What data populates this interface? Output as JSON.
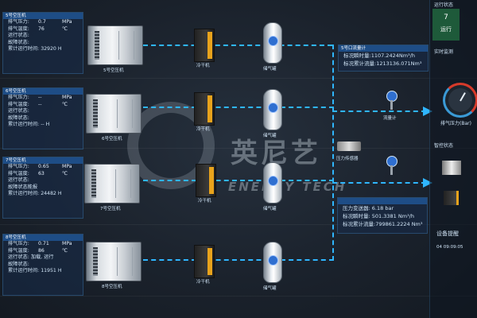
{
  "status_header": "运行状态",
  "run_status": {
    "count": "7",
    "label": "运行"
  },
  "monitor_header": "实时监测",
  "gauge_label": "排气压力(Bar)",
  "intel_header": "智控状态",
  "alert_header": "设备提醒",
  "alert_item": "04 09:09:05",
  "watermark": {
    "cn": "英尼艺",
    "en": "ENERGY TECH"
  },
  "panels": [
    {
      "title": "5号空压机",
      "pressure": "0.7",
      "pressure_unit": "MPa",
      "temp": "76",
      "temp_unit": "℃",
      "run_state_label": "运行状态:",
      "run_state": "",
      "fault_label": "故障状态:",
      "fault": "",
      "runtime_label": "累计运行时间:",
      "runtime": "32920",
      "runtime_unit": "H"
    },
    {
      "title": "6号空压机",
      "pressure": "--",
      "pressure_unit": "MPa",
      "temp": "--",
      "temp_unit": "℃",
      "run_state_label": "运行状态:",
      "run_state": "",
      "fault_label": "故障状态:",
      "fault": "",
      "runtime_label": "累计运行时间:",
      "runtime": "--",
      "runtime_unit": "H"
    },
    {
      "title": "7号空压机",
      "pressure": "0.65",
      "pressure_unit": "MPa",
      "temp": "63",
      "temp_unit": "℃",
      "run_state_label": "运行状态:",
      "run_state": "",
      "fault_label": "故障状态:",
      "fault": "故障状态能报",
      "runtime_label": "累计运行时间:",
      "runtime": "24482",
      "runtime_unit": "H"
    },
    {
      "title": "8号空压机",
      "pressure": "0.71",
      "pressure_unit": "MPa",
      "temp": "86",
      "temp_unit": "℃",
      "run_state_label": "运行状态:",
      "run_state": "加载, 运行",
      "fault_label": "故障状态:",
      "fault": "",
      "runtime_label": "累计运行时间:",
      "runtime": "11951",
      "runtime_unit": "H"
    }
  ],
  "equip_labels": {
    "comp": [
      "5号空压机",
      "6号空压机",
      "7号空压机",
      "8号空压机"
    ],
    "dryer": "冷干机",
    "tank": "储气罐",
    "sensor": "压力传感器",
    "flowmeter": "流量计"
  },
  "flow1": {
    "title": "5号口流量计",
    "instant_label": "标况瞬时量:",
    "instant": "1107.2424Nm³/h",
    "total_label": "标况累计流量:",
    "total": "1213136.071Nm³"
  },
  "flow2": {
    "title": "",
    "pressure_label": "压力变送器:",
    "pressure": "6.18",
    "pressure_unit": "bar",
    "instant_label": "标况瞬时量:",
    "instant": "501.3381",
    "instant_unit": "Nm³/h",
    "total_label": "标况累计流量:",
    "total": "799861.2224 Nm³"
  }
}
